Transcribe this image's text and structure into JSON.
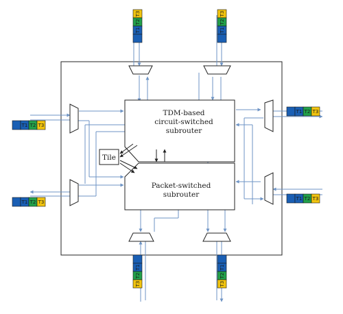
{
  "blocks": {
    "tdm": {
      "line1": "TDM-based",
      "line2": "circuit-switched",
      "line3": "subrouter"
    },
    "packet": {
      "line1": "Packet-switched",
      "line2": "subrouter"
    },
    "tile": "Tile"
  },
  "slot_labels": [
    "T1",
    "T2",
    "T3"
  ],
  "colors": {
    "slot_blue": "#1a5fb4",
    "slot_green": "#22a04a",
    "slot_yellow": "#f1c40f",
    "wire": "#6d93c4",
    "outline": "#222222"
  }
}
